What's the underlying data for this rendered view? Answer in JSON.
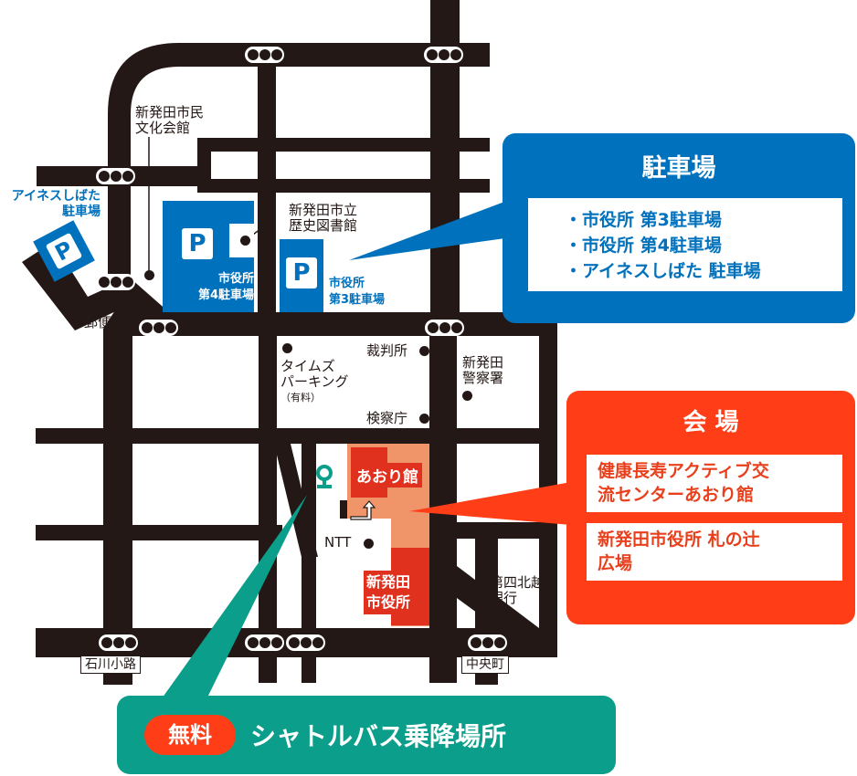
{
  "colors": {
    "road": "#231815",
    "parking_blue": "#0071bc",
    "venue_red": "#ff3d17",
    "venue_block_dark": "#e0301e",
    "venue_area_light": "#f0946a",
    "shuttle_green": "#0b9e8a",
    "free_badge": "#ff3d17"
  },
  "landmarks": {
    "culture_hall": [
      "新発田市民",
      "文化会館"
    ],
    "history_library": [
      "新発田市立",
      "歴史図書館"
    ],
    "post_office": "郵便局",
    "times_parking": [
      "タイムズ",
      "パーキング",
      "（有料）"
    ],
    "court": "裁判所",
    "prosecutor": "検察庁",
    "police": [
      "新発田",
      "警察署"
    ],
    "ntt": "NTT",
    "bank": [
      "第四北越",
      "銀行"
    ]
  },
  "parking_lots": {
    "ainesu": {
      "name": [
        "アイネスしばた",
        "駐車場"
      ],
      "icon": "P"
    },
    "lot4": {
      "name": [
        "市役所",
        "第4駐車場"
      ],
      "icon": "P"
    },
    "lot3": {
      "name": [
        "市役所",
        "第3駐車場"
      ],
      "icon": "P"
    }
  },
  "venue_map_labels": {
    "aori": "あおり館",
    "city_hall": [
      "新発田",
      "市役所"
    ]
  },
  "stations": {
    "ishikawa": "石川小路",
    "chuo": "中央町"
  },
  "parking_callout": {
    "title": "駐車場",
    "items": [
      "・市役所 第3駐車場",
      "・市役所 第4駐車場",
      "・アイネスしばた 駐車場"
    ]
  },
  "venue_callout": {
    "title": "会 場",
    "items": [
      [
        "健康長寿アクティブ交",
        "流センターあおり館"
      ],
      [
        "新発田市役所 札の辻",
        "広場"
      ]
    ]
  },
  "shuttle_callout": {
    "badge": "無料",
    "text": "シャトルバス乗降場所"
  },
  "icons": {
    "traffic_signal": "traffic-light-icon",
    "bus_stop": "bus-stop-pin-icon",
    "entrance_arrow": "entrance-arrow-icon",
    "parking": "parking-icon"
  }
}
